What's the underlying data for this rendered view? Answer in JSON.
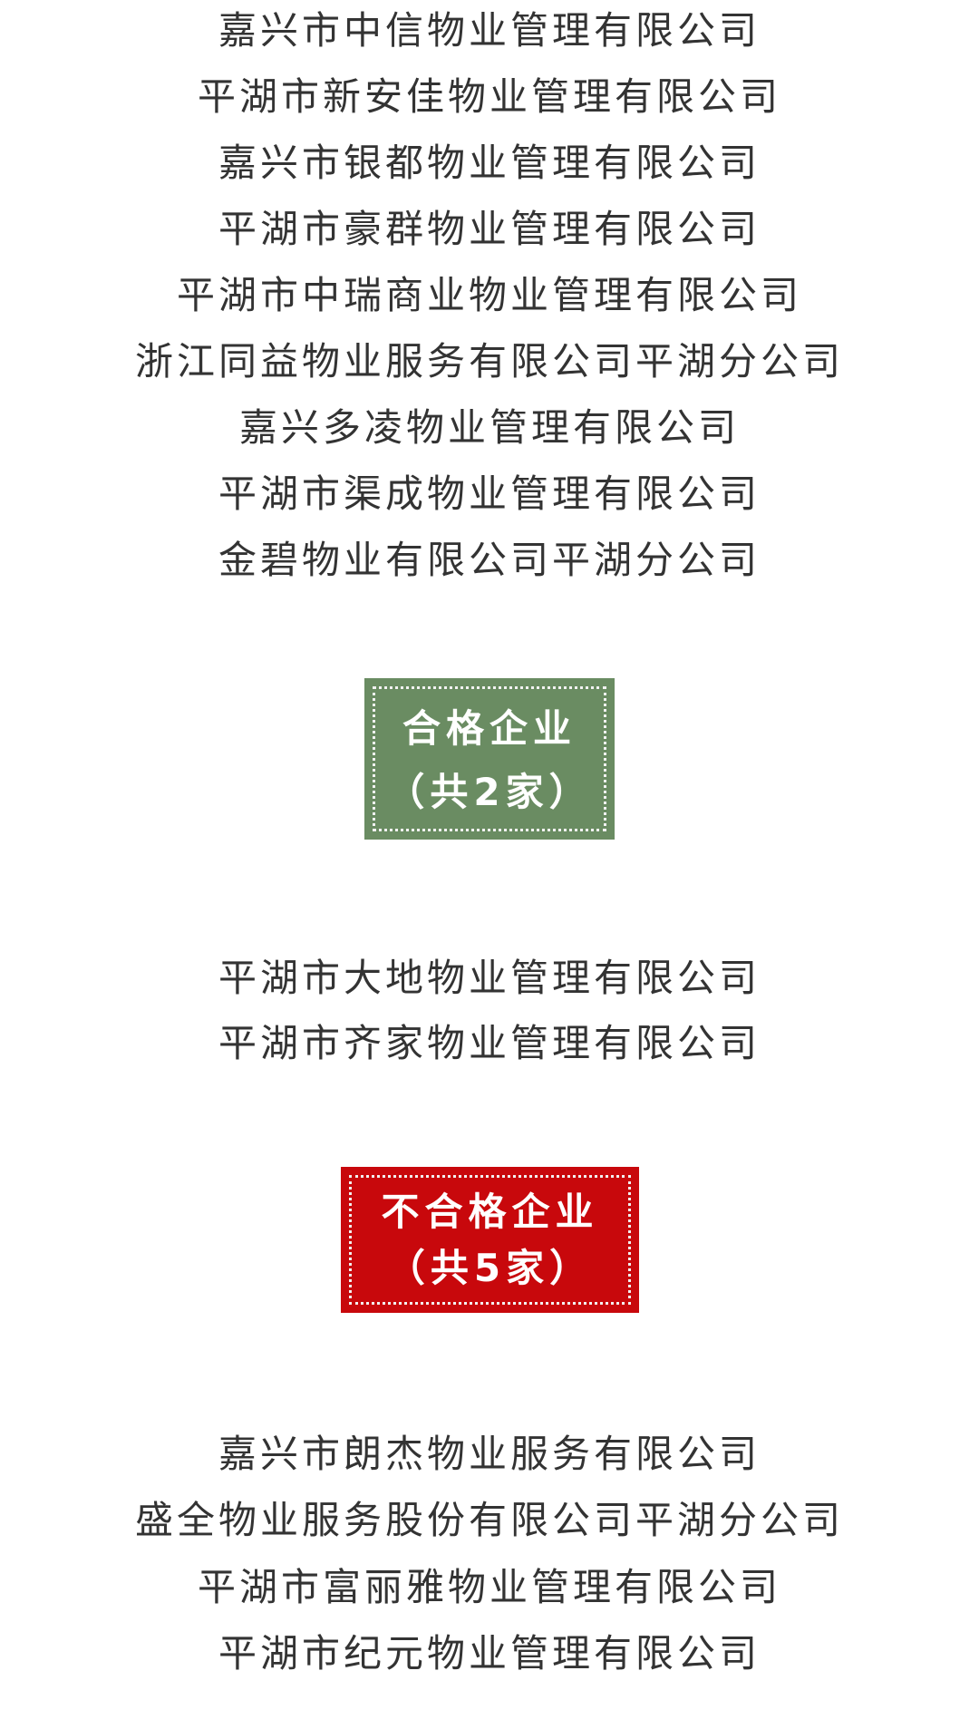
{
  "previous_list": {
    "items": [
      "嘉兴市中信物业管理有限公司",
      "平湖市新安佳物业管理有限公司",
      "嘉兴市银都物业管理有限公司",
      "平湖市豪群物业管理有限公司",
      "平湖市中瑞商业物业管理有限公司",
      "浙江同益物业服务有限公司平湖分公司",
      "嘉兴多凌物业管理有限公司",
      "平湖市渠成物业管理有限公司",
      "金碧物业有限公司平湖分公司"
    ]
  },
  "qualified": {
    "title": "合格企业",
    "count_label": "（共2家）",
    "color": "#6a8c62",
    "items": [
      "平湖市大地物业管理有限公司",
      "平湖市齐家物业管理有限公司"
    ]
  },
  "unqualified": {
    "title": "不合格企业",
    "count_label": "（共5家）",
    "color": "#c8080c",
    "items": [
      "嘉兴市朗杰物业服务有限公司",
      "盛全物业服务股份有限公司平湖分公司",
      "平湖市富丽雅物业管理有限公司",
      "平湖市纪元物业管理有限公司"
    ]
  },
  "text_color": "#333333"
}
